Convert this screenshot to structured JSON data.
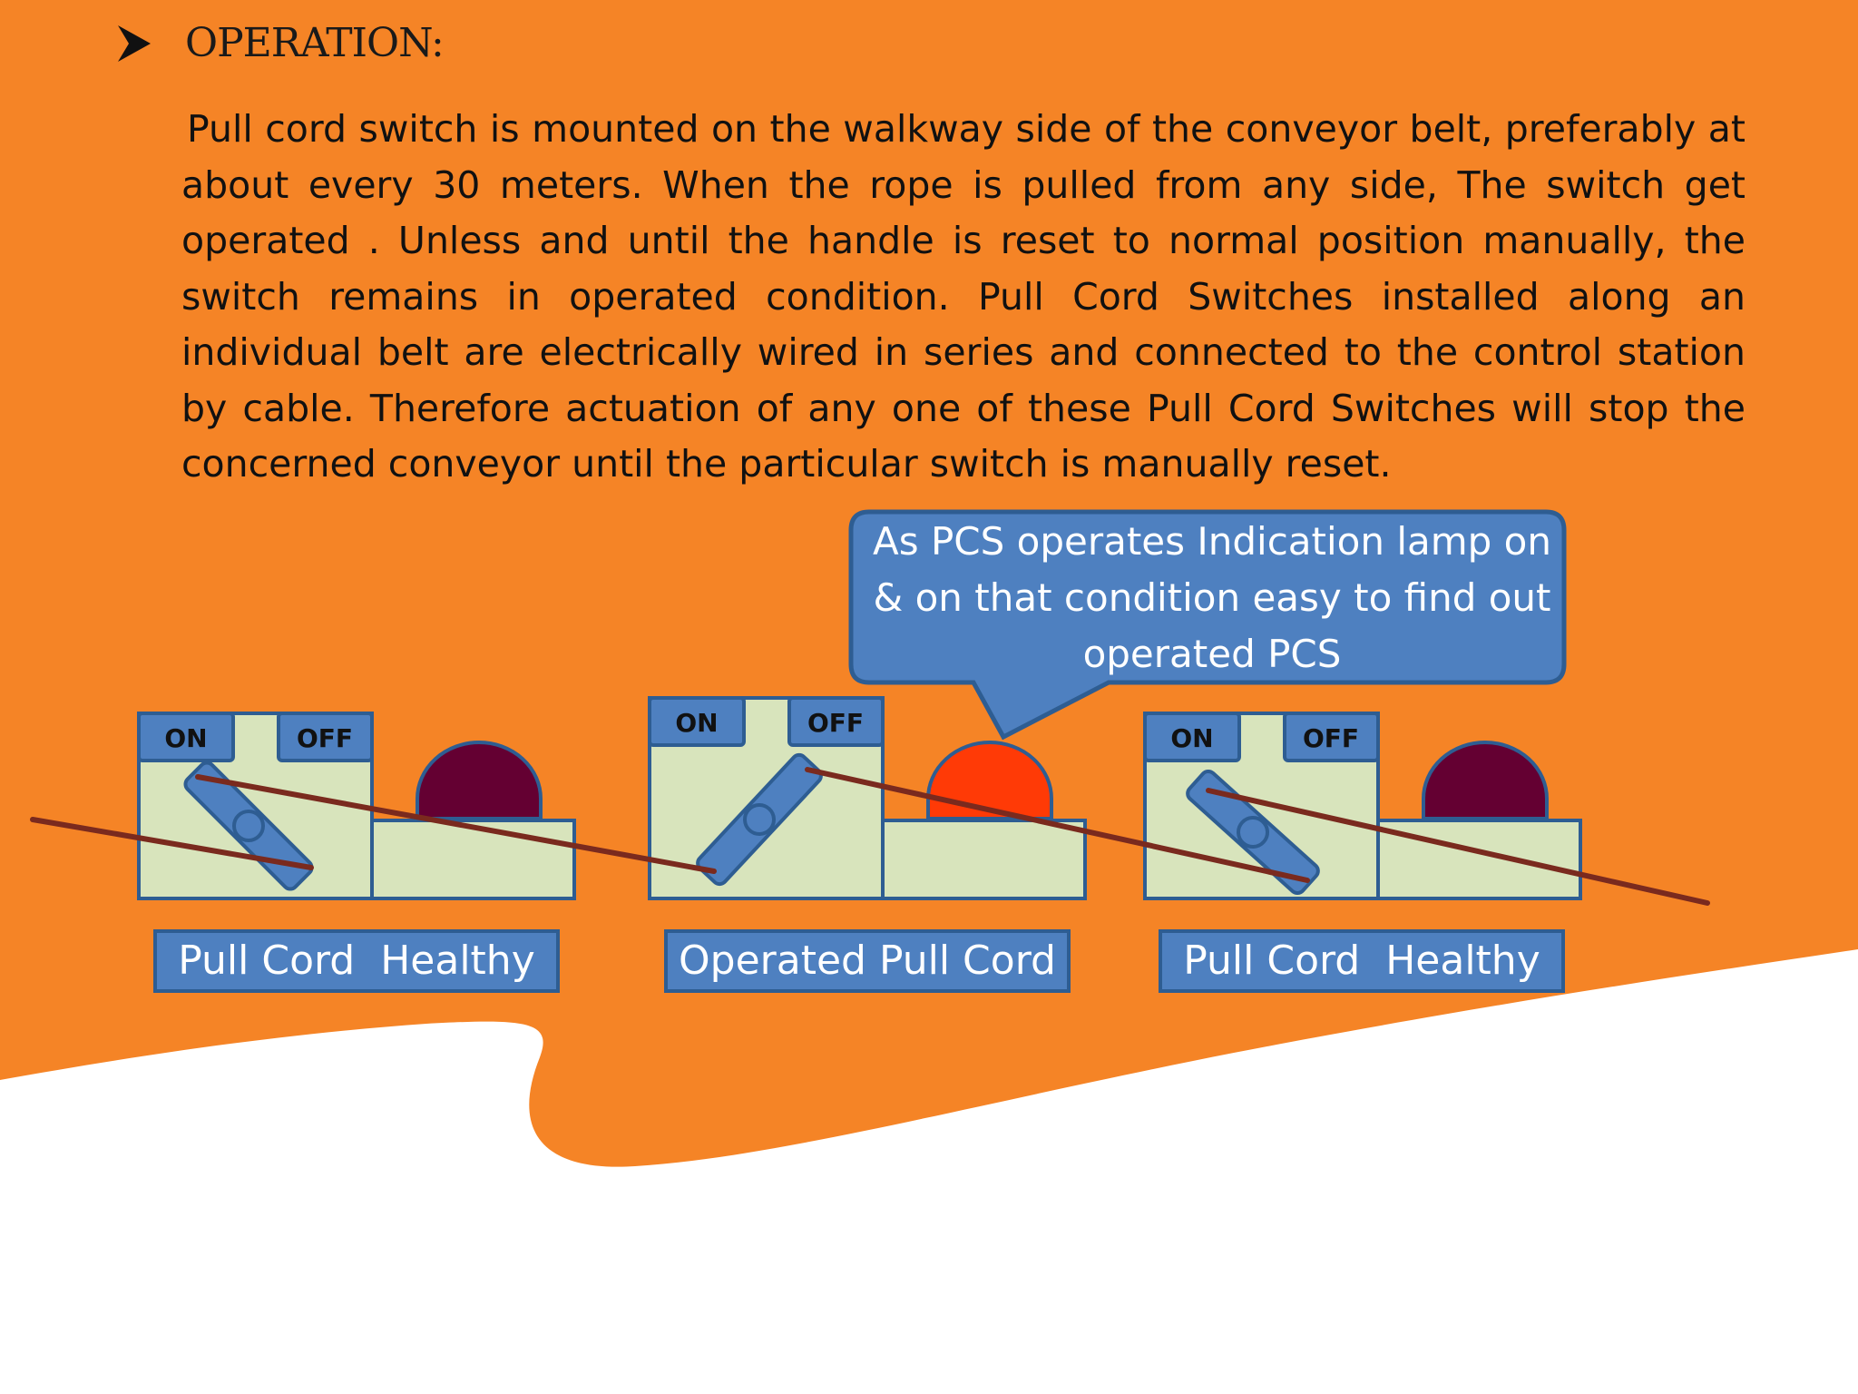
{
  "slide": {
    "heading": "OPERATION:",
    "paragraph": "Pull cord switch is mounted on the walkway side of the conveyor belt, preferably at about every 30 meters. When the rope is pulled from any side, The switch get operated . Unless and until the handle is reset to normal position manually, the switch remains in operated condition. Pull Cord Switches installed along an individual belt are electrically wired in series and connected to the control station by cable. Therefore actuation of any one of these Pull Cord Switches will stop the concerned conveyor until the particular switch is manually reset.",
    "callout": "As PCS operates Indication lamp on & on that condition easy to find out operated PCS"
  },
  "switches": [
    {
      "on_label": "ON",
      "off_label": "OFF",
      "caption": "Pull Cord  Healthy",
      "lamp_color": "#640032",
      "state": "healthy"
    },
    {
      "on_label": "ON",
      "off_label": "OFF",
      "caption": "Operated Pull Cord",
      "lamp_color": "#ff3a06",
      "state": "operated"
    },
    {
      "on_label": "ON",
      "off_label": "OFF",
      "caption": "Pull Cord  Healthy",
      "lamp_color": "#640032",
      "state": "healthy"
    }
  ],
  "colors": {
    "background_orange": "#f58426",
    "switch_body": "#d8e4bc",
    "button_blue": "#4e80c0",
    "border_blue": "#2e5d92",
    "rope": "#7a2a1e"
  },
  "icons": {
    "bullet": "arrow-bullet-icon"
  }
}
